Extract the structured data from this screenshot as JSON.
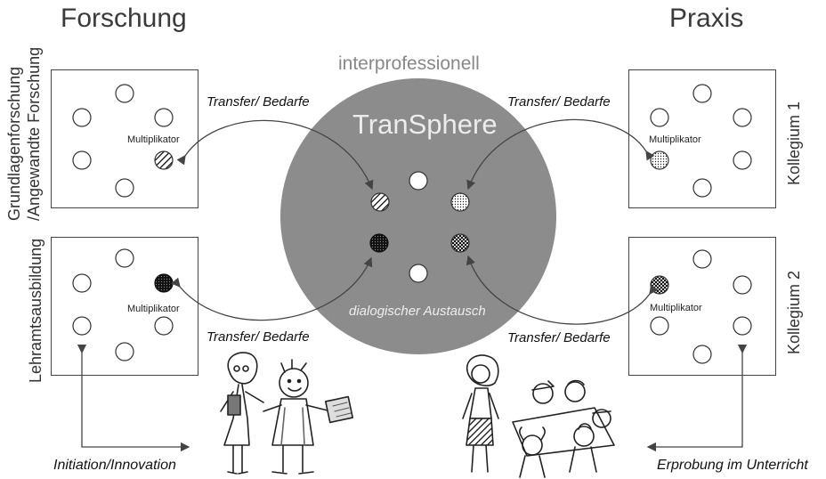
{
  "headings": {
    "left": "Forschung",
    "right": "Praxis"
  },
  "center": {
    "top_label": "interprofessionell",
    "title": "TranSphere",
    "bottom_label": "dialogischer Austausch"
  },
  "left_labels": {
    "upper_line1": "Grundlagenforschung",
    "upper_line2": "/Angewandte Forschung",
    "lower": "Lehramtsausbildung"
  },
  "right_labels": {
    "upper": "Kollegium 1",
    "lower": "Kollegium 2"
  },
  "multiplikator": "Multiplikator",
  "transfer_label": "Transfer/ Bedarfe",
  "bottom_left": "Initiation/Innovation",
  "bottom_right": "Erprobung im Unterricht",
  "colors": {
    "sphere": "#8c8c8c",
    "sphere_text": "#e9e9e9",
    "line": "#555555"
  }
}
